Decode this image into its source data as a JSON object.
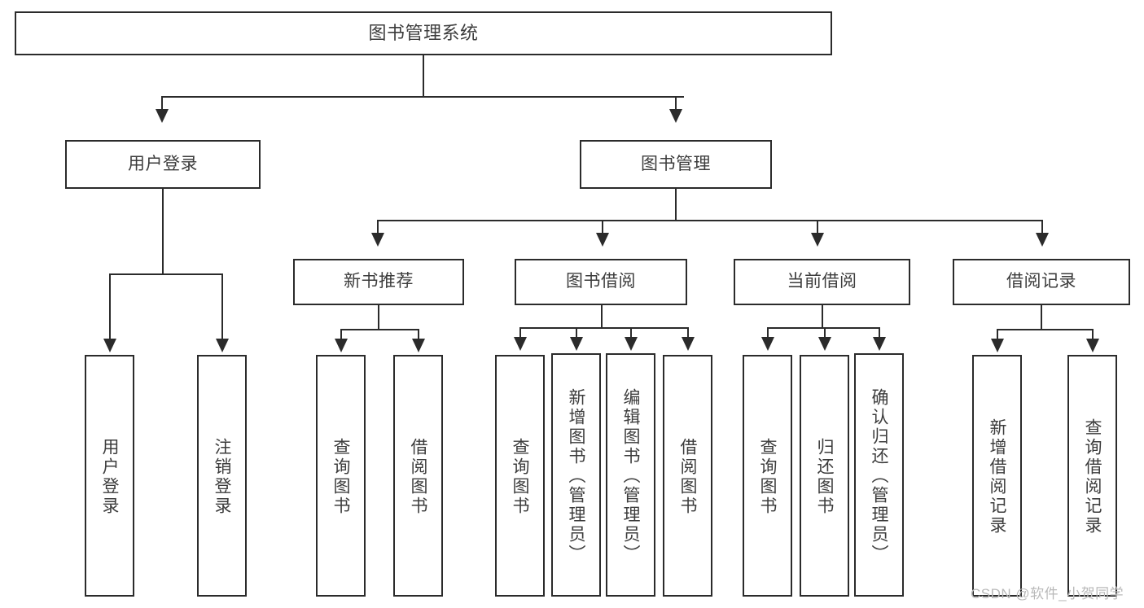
{
  "diagram": {
    "title": "图书管理系统",
    "type": "tree-hierarchy-diagram",
    "watermark": "CSDN @软件_小贺同学",
    "colors": {
      "stroke": "#2b2b2b",
      "text": "#3c3c3c",
      "background": "#ffffff",
      "watermark": "#b9b9b9"
    },
    "root": {
      "label": "图书管理系统"
    },
    "level2": [
      {
        "id": "user-login",
        "label": "用户登录"
      },
      {
        "id": "book-manage",
        "label": "图书管理"
      }
    ],
    "level3": [
      {
        "id": "new-book-recommend",
        "label": "新书推荐"
      },
      {
        "id": "book-borrow",
        "label": "图书借阅"
      },
      {
        "id": "current-borrow",
        "label": "当前借阅"
      },
      {
        "id": "borrow-record",
        "label": "借阅记录"
      }
    ],
    "leaves": {
      "user_login": [
        {
          "id": "leaf-user-login",
          "label": "用户登录"
        },
        {
          "id": "leaf-logout-login",
          "label": "注销登录"
        }
      ],
      "new_book_recommend": [
        {
          "id": "leaf-query-book-1",
          "label": "查询图书"
        },
        {
          "id": "leaf-borrow-book-1",
          "label": "借阅图书"
        }
      ],
      "book_borrow": [
        {
          "id": "leaf-query-book-2",
          "label": "查询图书"
        },
        {
          "id": "leaf-add-book",
          "label": "新增图书（管理员）"
        },
        {
          "id": "leaf-edit-book",
          "label": "编辑图书（管理员）"
        },
        {
          "id": "leaf-borrow-book-2",
          "label": "借阅图书"
        }
      ],
      "current_borrow": [
        {
          "id": "leaf-query-book-3",
          "label": "查询图书"
        },
        {
          "id": "leaf-return-book",
          "label": "归还图书"
        },
        {
          "id": "leaf-confirm-return",
          "label": "确认归还（管理员）"
        }
      ],
      "borrow_record": [
        {
          "id": "leaf-add-record",
          "label": "新增借阅记录"
        },
        {
          "id": "leaf-query-record",
          "label": "查询借阅记录"
        }
      ]
    }
  }
}
